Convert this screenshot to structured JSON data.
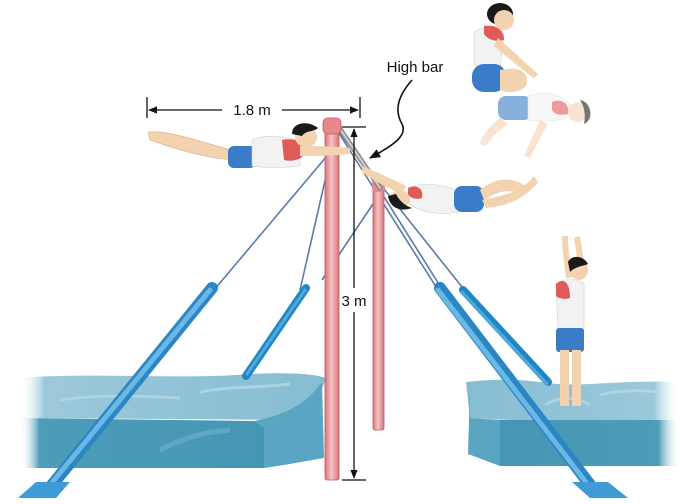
{
  "figure": {
    "title": "Gymnast on high bar",
    "labels": {
      "high_bar": "High bar",
      "horizontal_distance": "1.8 m",
      "bar_height": "3 m"
    }
  },
  "colors": {
    "pole": "#e8a0a4",
    "pole_edge": "#c8555c",
    "brace": "#4aa3d8",
    "brace_dark": "#1f86c4",
    "cable": "#5a7aa8",
    "mat_top": "#8ec1d6",
    "mat_side": "#4a9ab8",
    "shirt": "#f2f2f2",
    "sleeve": "#e05a5a",
    "shorts": "#3a7cc8",
    "skin": "#f3d2b0",
    "hair": "#1a1a1a"
  }
}
